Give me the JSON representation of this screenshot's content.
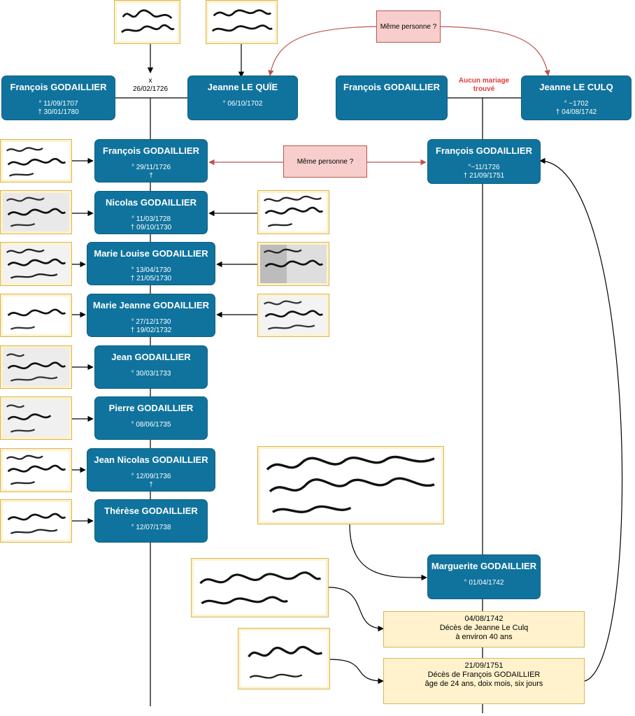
{
  "parents_left": {
    "father": {
      "name": "François GODAILLIER",
      "birth": "° 11/09/1707",
      "death": "† 30/01/1780"
    },
    "mother": {
      "name": "Jeanne LE QUÏE",
      "birth": "° 06/10/1702"
    },
    "marriage": {
      "symbol": "x",
      "date": "26/02/1726"
    }
  },
  "parents_right": {
    "father": {
      "name": "François GODAILLIER"
    },
    "mother": {
      "name": "Jeanne LE CULQ",
      "birth": "° ~1702",
      "death": "† 04/08/1742"
    },
    "no_marriage_label": "Aucun mariage trouvé"
  },
  "same_person_labels": {
    "top": "Même personne ?",
    "middle": "Même personne ?"
  },
  "children_left": [
    {
      "name": "François GODAILLIER",
      "birth": "° 29/11/1726",
      "death": "†"
    },
    {
      "name": "Nicolas GODAILLIER",
      "birth": "° 11/03/1728",
      "death": "† 09/10/1730"
    },
    {
      "name": "Marie Louise GODAILLIER",
      "birth": "° 13/04/1730",
      "death": "† 21/05/1730"
    },
    {
      "name": "Marie Jeanne GODAILLIER",
      "birth": "° 27/12/1730",
      "death": "† 19/02/1732"
    },
    {
      "name": "Jean GODAILLIER",
      "birth": "° 30/03/1733"
    },
    {
      "name": "Pierre GODAILLIER",
      "birth": "° 08/06/1735"
    },
    {
      "name": "Jean Nicolas GODAILLIER",
      "birth": "° 12/09/1736",
      "death": "†"
    },
    {
      "name": "Thérèse GODAILLIER",
      "birth": "° 12/07/1738"
    }
  ],
  "children_right": [
    {
      "name": "François GODAILLIER",
      "birth": "°~11/1726",
      "death": "† 21/09/1751"
    },
    {
      "name": "Marguerite GODAILLIER",
      "birth": "° 01/04/1742"
    }
  ],
  "events": [
    {
      "date": "04/08/1742",
      "line1": "Décès de Jeanne Le Culq",
      "line2": "à environ 40 ans"
    },
    {
      "date": "21/09/1751",
      "line1": "Décès de François GODAILLIER",
      "line2": "âge de 24 ans, doix mois, six jours"
    }
  ],
  "colors": {
    "person_fill": "#10739e",
    "note_fill": "#fff2cc",
    "note_border": "#d6b656",
    "pink_fill": "#f8cecc",
    "red_line": "#b85450",
    "red_text": "#e03a3a"
  },
  "scan_thumbnails": [
    "le quie / hostedie",
    "jeanne / oudrese",
    "le quie",
    "le quie",
    "le quie",
    "le quie",
    "le quie",
    "le quie",
    "le quie",
    "le quie",
    "le quie",
    "le quie",
    "le quie",
    "le quie",
    "née de jeanne le culq",
    "jeanne le culq",
    "le culq"
  ]
}
